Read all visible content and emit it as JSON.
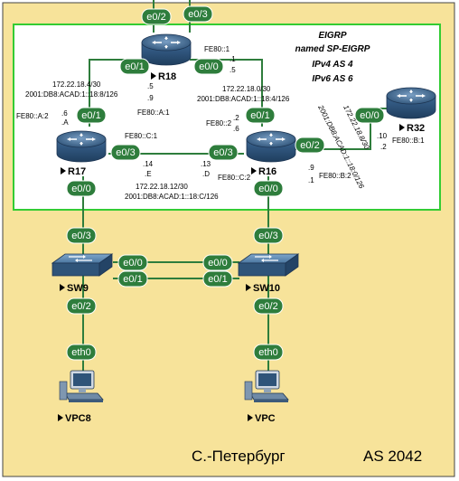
{
  "area": {
    "city": "С.-Петербург",
    "as": "AS 2042",
    "bg_color": "#f7e39a",
    "eigrp_border_color": "#33cc33"
  },
  "eigrp": {
    "title": "EIGRP",
    "name": "named SP-EIGRP",
    "ipv4": "IPv4 AS 4",
    "ipv6": "IPv6 AS 6"
  },
  "devices": {
    "r18": "R18",
    "r17": "R17",
    "r16": "R16",
    "r32": "R32",
    "sw9": "SW9",
    "sw10": "SW10",
    "vpc8": "VPC8",
    "vpc": "VPC"
  },
  "ports": {
    "r18_top_left": "e0/2",
    "r18_top_right": "e0/3",
    "r18_e01": "e0/1",
    "r18_e00": "e0/0",
    "r17_e01": "e0/1",
    "r17_e03": "e0/3",
    "r17_e00": "e0/0",
    "r16_e01": "e0/1",
    "r16_e03": "e0/3",
    "r16_e02": "e0/2",
    "r16_e00": "e0/0",
    "r32_e00": "e0/0",
    "sw9_e03": "e0/3",
    "sw9_e00": "e0/0",
    "sw9_e01": "e0/1",
    "sw9_e02": "e0/2",
    "sw10_e03": "e0/3",
    "sw10_e00": "e0/0",
    "sw10_e01": "e0/1",
    "sw10_e02": "e0/2",
    "vpc8_eth0": "eth0",
    "vpc_eth0": "eth0"
  },
  "addressing": {
    "r18_ll": "FE80::1",
    "r18_r16_host_a": ".1",
    "r18_r16_host_b": ".5",
    "r17_r18_net4": "172.22.18.4/30",
    "r17_r18_net6": "2001:DB8:ACAD:1::18:8/126",
    "r18_r17_host_a": ".5",
    "r18_r17_host_b": ".9",
    "r17_ll_r18": "FE80::A:1",
    "r18_r16_net4": "172.22.18.0/30",
    "r18_r16_net6": "2001:DB8:ACAD:1::18:4/126",
    "r17_ll": "FE80::A:2",
    "r17_host_a": ".6",
    "r17_host_b": ".A",
    "r16_ll_r18": "FE80::2",
    "r16_host_a": ".2",
    "r16_host_b": ".6",
    "r16_r32_net4": "172.22.18.8/30",
    "r16_r32_net6": "2001:DB8:ACAD:1::18:0/126",
    "r32_host_a": ".10",
    "r32_host_b": ".2",
    "r32_ll": "FE80::B:1",
    "r17_r16_ll": "FE80::C:1",
    "r17_r16_host_a": ".14",
    "r17_r16_host_b": ".E",
    "r16_r17_host_a": ".13",
    "r16_r17_host_b": ".D",
    "r16_r17_ll": "FE80::C:2",
    "r16_r32_host_a": ".9",
    "r16_r32_host_b": ".1",
    "r16_r32_ll": "FE80::B:2",
    "r17_r16_net4": "172.22.18.12/30",
    "r17_r16_net6": "2001:DB8:ACAD:1::18:C/126"
  }
}
